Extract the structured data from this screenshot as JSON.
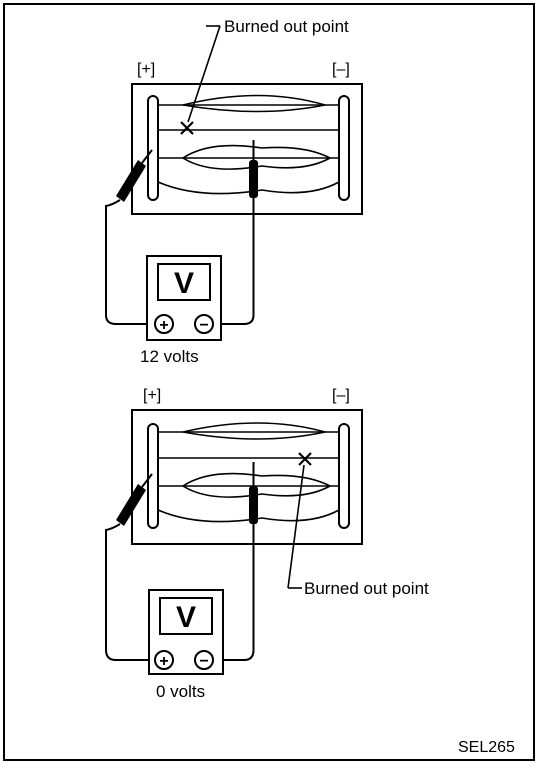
{
  "top_diagram": {
    "burned_label": "Burned out point",
    "plus_terminal": "[+]",
    "minus_terminal": "[–]",
    "meter_letter": "V",
    "plus_sign": "+",
    "minus_sign": "−",
    "reading": "12 volts"
  },
  "bottom_diagram": {
    "burned_label": "Burned out point",
    "plus_terminal": "[+]",
    "minus_terminal": "[–]",
    "meter_letter": "V",
    "plus_sign": "+",
    "minus_sign": "−",
    "reading": "0 volts"
  },
  "figure_code": "SEL265"
}
